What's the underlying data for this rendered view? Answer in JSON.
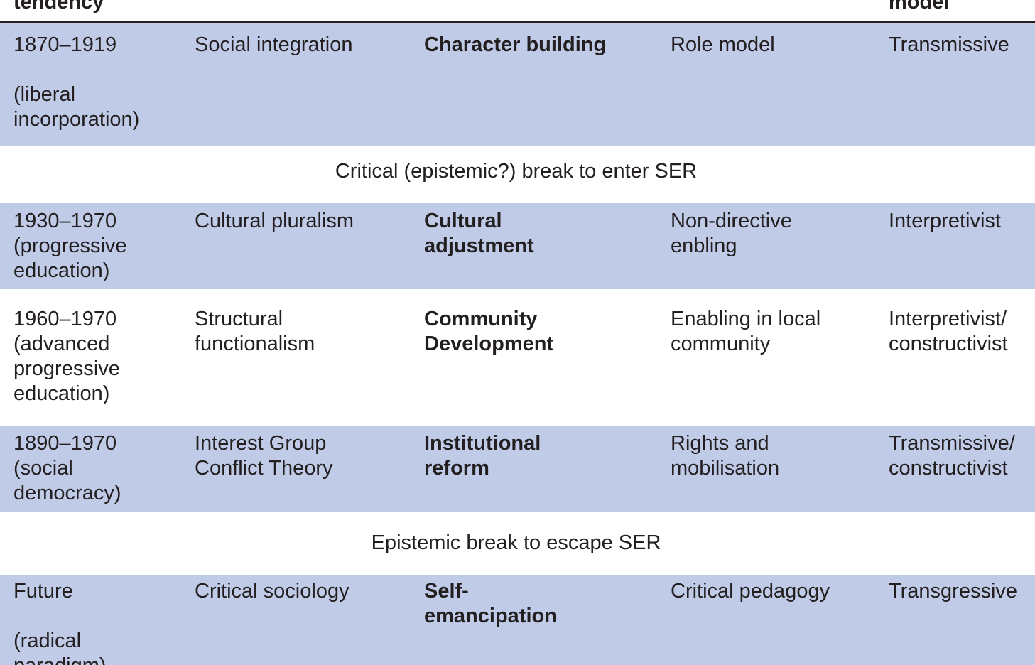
{
  "header": {
    "col1_partial": "tendency",
    "col5_partial": "model"
  },
  "rows": [
    {
      "period": "1870–1919",
      "period_note_lines": [
        "(liberal",
        "incorporation)"
      ],
      "theory": "Social integration",
      "approach": "Character building",
      "role": "Role model",
      "model": "Transmissive"
    },
    {
      "break": "Critical (epistemic?) break to enter SER"
    },
    {
      "period_lines": [
        "1930–1970",
        "(progressive",
        "education)"
      ],
      "theory": "Cultural pluralism",
      "approach_lines": [
        "Cultural",
        "adjustment"
      ],
      "role_lines": [
        "Non-directive",
        "enbling"
      ],
      "model": "Interpretivist"
    },
    {
      "period_lines": [
        "1960–1970",
        "(advanced",
        "progressive",
        "education)"
      ],
      "theory_lines": [
        "Structural",
        "functionalism"
      ],
      "approach_lines": [
        "Community",
        "Development"
      ],
      "role_lines": [
        "Enabling in local",
        "community"
      ],
      "model_lines": [
        "Interpretivist/",
        "constructivist"
      ]
    },
    {
      "period_lines": [
        "1890–1970",
        "(social",
        "democracy)"
      ],
      "theory_lines": [
        "Interest Group",
        "Conflict Theory"
      ],
      "approach_lines": [
        "Institutional",
        "reform"
      ],
      "role_lines": [
        "Rights and",
        "mobilisation"
      ],
      "model_lines": [
        "Transmissive/",
        "constructivist"
      ]
    },
    {
      "break": "Epistemic break to escape SER"
    },
    {
      "period": "Future",
      "period_note_lines": [
        "(radical",
        "paradigm)"
      ],
      "theory": "Critical sociology",
      "approach_lines": [
        "Self-",
        "emancipation"
      ],
      "role": "Critical pedagogy",
      "model": "Transgressive"
    }
  ],
  "colors": {
    "shaded_row": "#c0cbe7",
    "text": "#231f20"
  }
}
